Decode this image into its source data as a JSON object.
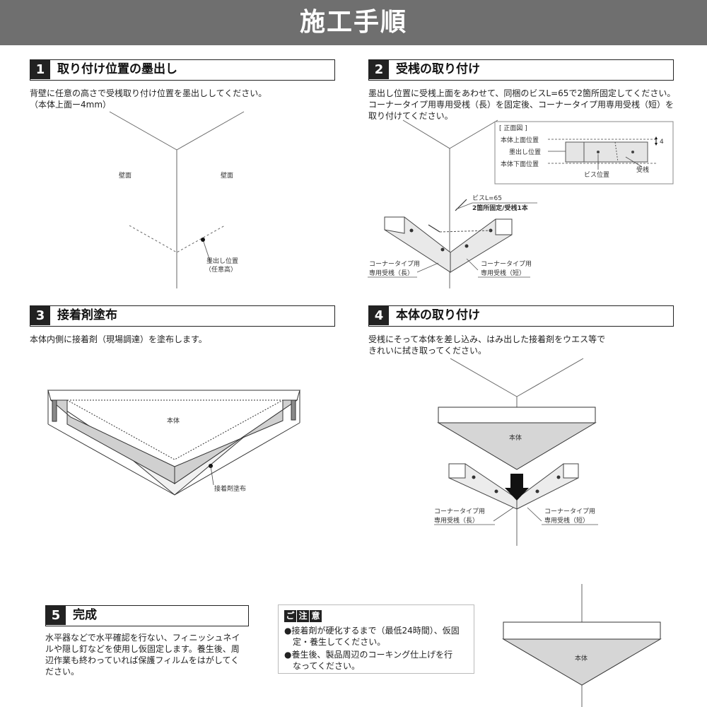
{
  "banner": {
    "title": "施工手順"
  },
  "steps": [
    {
      "num": "1",
      "title": "取り付け位置の墨出し",
      "desc": "背壁に任意の高さで受桟取り付け位置を墨出ししてください。\n（本体上面ー4mm）",
      "labels": {
        "wall_left": "壁面",
        "wall_right": "壁面",
        "mark1": "墨出し位置",
        "mark2": "（任意高）"
      }
    },
    {
      "num": "2",
      "title": "受桟の取り付け",
      "desc": "墨出し位置に受桟上面をあわせて、同梱のビスL=65で2箇所固定してください。\nコーナータイプ用専用受桟（長）を固定後、コーナータイプ用専用受桟（短）を\n取り付けてください。",
      "labels": {
        "front_view": "[ 正面図 ]",
        "top": "本体上面位置",
        "mark": "墨出し位置",
        "bottom": "本体下面位置",
        "dim": "4",
        "screw_pos": "ビス位置",
        "rail": "受桟",
        "screw1": "ビスL=65",
        "screw2": "2箇所固定/受桟1本",
        "long1": "コーナータイプ用",
        "long2": "専用受桟（長）",
        "short1": "コーナータイプ用",
        "short2": "専用受桟（短）"
      }
    },
    {
      "num": "3",
      "title": "接着剤塗布",
      "desc": "本体内側に接着剤（現場調達）を塗布します。",
      "labels": {
        "body": "本体",
        "glue": "接着剤塗布"
      }
    },
    {
      "num": "4",
      "title": "本体の取り付け",
      "desc": "受桟にそって本体を差し込み、はみ出した接着剤をウエス等で\nきれいに拭き取ってください。",
      "labels": {
        "body": "本体",
        "long1": "コーナータイプ用",
        "long2": "専用受桟（長）",
        "short1": "コーナータイプ用",
        "short2": "専用受桟（短）"
      }
    },
    {
      "num": "5",
      "title": "完成",
      "desc": "水平器などで水平確認を行ない、フィニッシュネイ\nルや隠し釘などを使用し仮固定します。養生後、周\n辺作業も終わっていれば保護フィルムをはがしてく\nださい。",
      "labels": {
        "body": "本体"
      }
    }
  ],
  "caution": {
    "badge": [
      "ご",
      "注",
      "意"
    ],
    "items": [
      "●接着剤が硬化するまで（最低24時間）、仮固\n　定・養生してください。",
      "●養生後、製品周辺のコーキング仕上げを行\n　なってください。"
    ]
  }
}
